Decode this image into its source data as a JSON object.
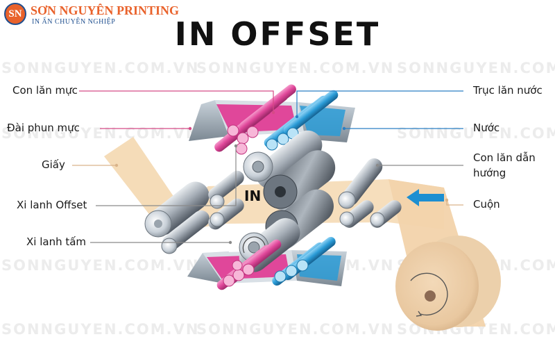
{
  "brand": {
    "badge": "SN",
    "name": "SƠN NGUYÊN PRINTING",
    "tagline": "IN ẤN CHUYÊN NGHIỆP",
    "color_primary": "#e9622b",
    "color_secondary": "#1f4f8f"
  },
  "title": "IN OFFSET",
  "watermark": "SONNGUYEN.COM.VN",
  "labels": {
    "ink_roller": "Con lăn mực",
    "ink_fountain": "Đài phun mực",
    "paper": "Giấy",
    "offset_cylinder": "Xi lanh Offset",
    "plate_cylinder": "Xi lanh tấm",
    "water_roller_shaft": "Trục lăn nước",
    "water": "Nước",
    "guide_roller_line1": "Con lăn dẫn",
    "guide_roller_line2": "hướng",
    "reel": "Cuộn"
  },
  "center_label": "IN",
  "colors": {
    "ink": "#e0479a",
    "water": "#2a9bd6",
    "paper": "#f5dcb8",
    "steel": "#8f98a2"
  }
}
